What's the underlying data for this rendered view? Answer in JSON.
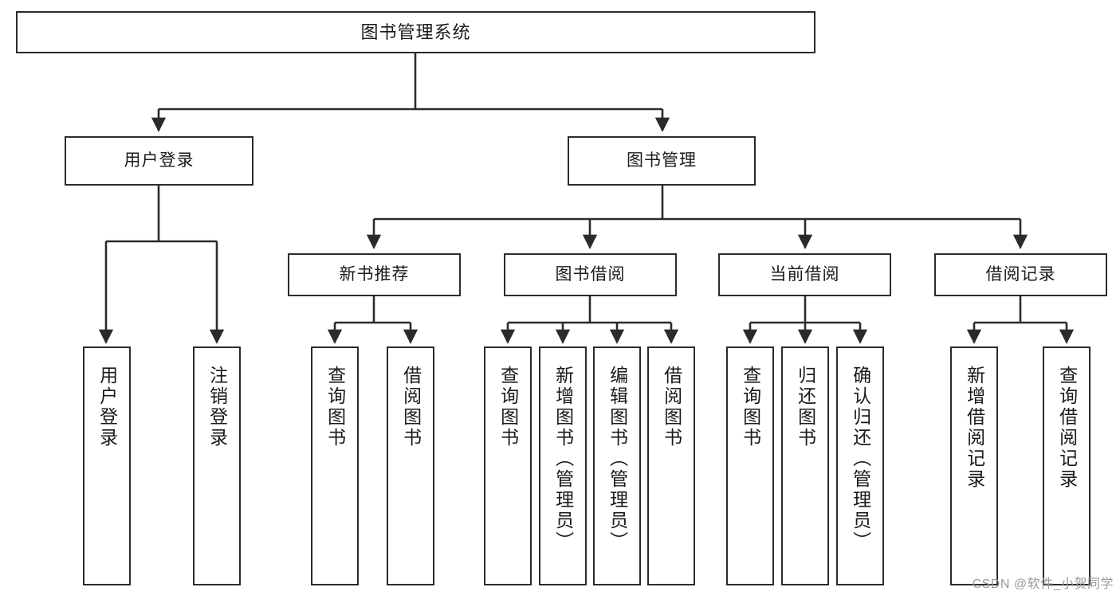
{
  "diagram": {
    "type": "tree",
    "title": "图书管理系统",
    "watermark": "CSDN @软件_小贺同学",
    "colors": {
      "box_border": "#2b2b2b",
      "box_fill": "#ffffff",
      "connector": "#2b2b2b",
      "text": "#1a1a1a",
      "watermark": "#9a9a9a"
    },
    "levels": {
      "root": "图书管理系统",
      "level2": [
        "用户登录",
        "图书管理"
      ],
      "level3": [
        "新书推荐",
        "图书借阅",
        "当前借阅",
        "借阅记录"
      ]
    },
    "nodes": {
      "root": {
        "label": "图书管理系统"
      },
      "user_login": {
        "label": "用户登录"
      },
      "book_manage": {
        "label": "图书管理"
      },
      "new_book_rec": {
        "label": "新书推荐"
      },
      "book_borrow": {
        "label": "图书借阅"
      },
      "current_borrow": {
        "label": "当前借阅"
      },
      "borrow_record": {
        "label": "借阅记录"
      },
      "leaf_user_login": {
        "label": "用户登录"
      },
      "leaf_user_logout": {
        "label": "注销登录"
      },
      "leaf_rec_query": {
        "label": "查询图书"
      },
      "leaf_rec_borrow": {
        "label": "借阅图书"
      },
      "leaf_borrow_query": {
        "label": "查询图书"
      },
      "leaf_borrow_add": {
        "label": "新增图书（管理员）"
      },
      "leaf_borrow_edit": {
        "label": "编辑图书（管理员）"
      },
      "leaf_borrow_take": {
        "label": "借阅图书"
      },
      "leaf_cur_query": {
        "label": "查询图书"
      },
      "leaf_cur_return": {
        "label": "归还图书"
      },
      "leaf_cur_confirm": {
        "label": "确认归还（管理员）"
      },
      "leaf_rec_add": {
        "label": "新增借阅记录"
      },
      "leaf_rec_search": {
        "label": "查询借阅记录"
      }
    },
    "edges": [
      {
        "from": "图书管理系统",
        "to": "用户登录"
      },
      {
        "from": "图书管理系统",
        "to": "图书管理"
      },
      {
        "from": "用户登录",
        "to": "用户登录"
      },
      {
        "from": "用户登录",
        "to": "注销登录"
      },
      {
        "from": "图书管理",
        "to": "新书推荐"
      },
      {
        "from": "图书管理",
        "to": "图书借阅"
      },
      {
        "from": "图书管理",
        "to": "当前借阅"
      },
      {
        "from": "图书管理",
        "to": "借阅记录"
      },
      {
        "from": "新书推荐",
        "to": "查询图书"
      },
      {
        "from": "新书推荐",
        "to": "借阅图书"
      },
      {
        "from": "图书借阅",
        "to": "查询图书"
      },
      {
        "from": "图书借阅",
        "to": "新增图书（管理员）"
      },
      {
        "from": "图书借阅",
        "to": "编辑图书（管理员）"
      },
      {
        "from": "图书借阅",
        "to": "借阅图书"
      },
      {
        "from": "当前借阅",
        "to": "查询图书"
      },
      {
        "from": "当前借阅",
        "to": "归还图书"
      },
      {
        "from": "当前借阅",
        "to": "确认归还（管理员）"
      },
      {
        "from": "借阅记录",
        "to": "新增借阅记录"
      },
      {
        "from": "借阅记录",
        "to": "查询借阅记录"
      }
    ]
  }
}
